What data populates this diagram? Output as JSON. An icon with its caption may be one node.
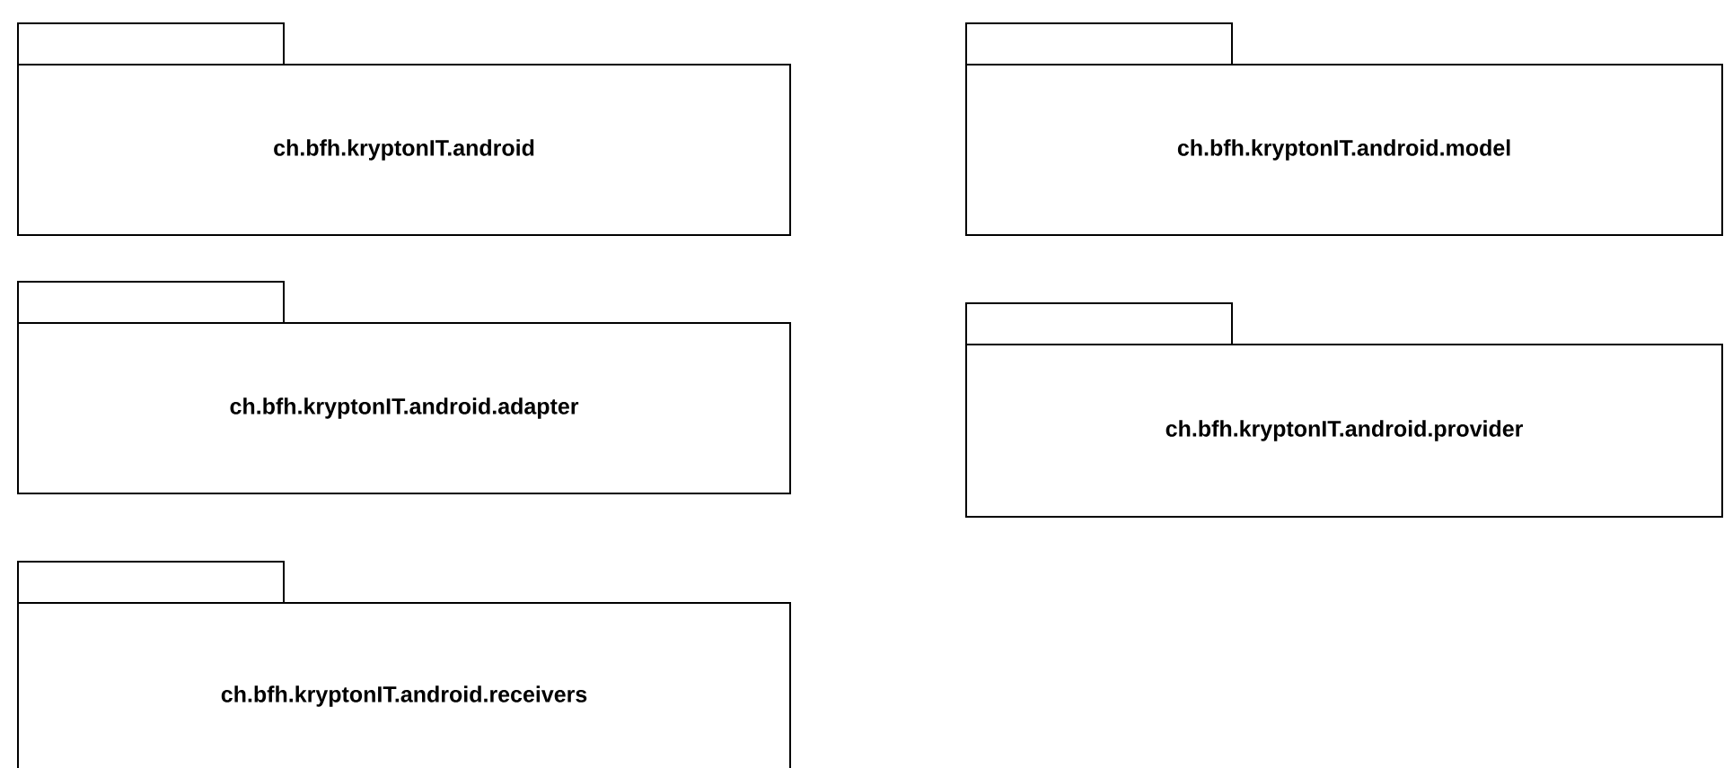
{
  "diagram": {
    "nodes": [
      {
        "text": [
          "ch.bfh.kryptonIT.android"
        ]
      },
      {
        "text": [
          "ch.bfh.kryptonIT.android.model"
        ]
      },
      {
        "text": [
          "ch.bfh.kryptonIT.android.adapter"
        ]
      },
      {
        "text": [
          "ch.bfh.kryptonIT.android.provider"
        ]
      },
      {
        "text": [
          "ch.bfh.kryptonIT.android.receivers"
        ]
      }
    ]
  }
}
